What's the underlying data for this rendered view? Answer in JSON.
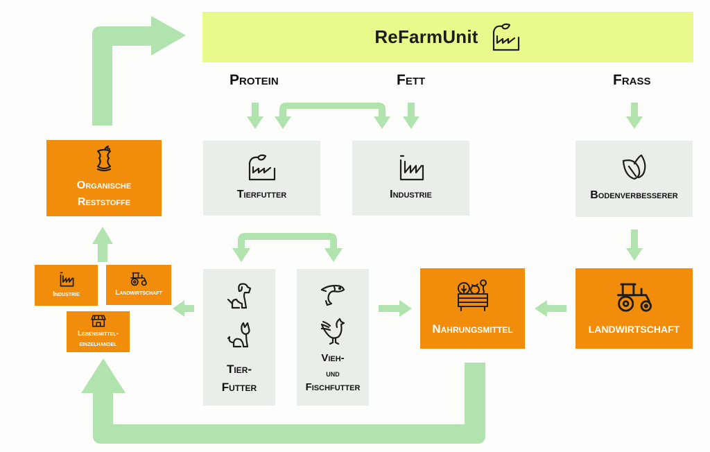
{
  "colors": {
    "banner": "#eaf98b",
    "orange": "#f28c0b",
    "grey": "#e9eee8",
    "arrow": "#b0e3ad",
    "ink": "#1d1d1b"
  },
  "banner": {
    "title": "ReFarmUnit",
    "icon": "factory-leaf-icon"
  },
  "outputs": {
    "protein": "Protein",
    "fett": "Fett",
    "frass": "Frass"
  },
  "boxes": {
    "tierfutter": {
      "label": "Tierfutter",
      "icon": "factory-leaf-icon"
    },
    "industrie": {
      "label": "Industrie",
      "icon": "factory-icon"
    },
    "bodenverbesserer": {
      "label": "Bodenverbesserer",
      "icon": "leaves-icon"
    },
    "organische": {
      "line1": "Organische",
      "line2": "Reststoffe",
      "icon": "apple-core-icon"
    },
    "src_industrie": {
      "label": "Industrie",
      "icon": "factory-icon"
    },
    "src_landwirtschaft": {
      "label": "Landwirtschaft",
      "icon": "tractor-icon"
    },
    "src_handel": {
      "line1": "Lebensmittel-",
      "line2": "einzelhandel",
      "icon": "shop-icon"
    },
    "tier_futter": {
      "line1": "Tier-",
      "line2": "Futter",
      "icons": [
        "dog-icon",
        "cat-icon"
      ]
    },
    "vieh_fisch": {
      "line1": "Vieh-",
      "line2": "und",
      "line3": "Fischfutter",
      "icons": [
        "fish-icon",
        "chicken-icon"
      ]
    },
    "nahrungsmittel": {
      "label": "Nahrungsmittel",
      "icon": "vegetable-crate-icon"
    },
    "landwirtschaft": {
      "label": "Landwirtschaft",
      "icon": "tractor-icon"
    }
  }
}
